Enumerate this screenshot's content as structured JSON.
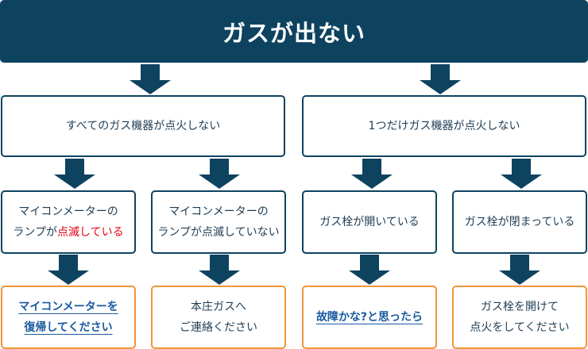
{
  "title": "ガスが出ない",
  "level1": {
    "left": "すべてのガス機器が点火しない",
    "right": "1つだけガス機器が点火しない"
  },
  "level2": {
    "box1": {
      "line1": "マイコンメーターの",
      "line2_prefix": "ランプが",
      "line2_highlight": "点滅している"
    },
    "box2": {
      "line1": "マイコンメーターの",
      "line2": "ランプが点滅していない"
    },
    "box3": "ガス栓が開いている",
    "box4": "ガス栓が閉まっている"
  },
  "level3": {
    "box1": {
      "line1": "マイコンメーターを",
      "line2": "復帰してください"
    },
    "box2": {
      "line1": "本庄ガスへ",
      "line2": "ご連絡ください"
    },
    "box3": "故障かな?と思ったら",
    "box4": {
      "line1": "ガス栓を開けて",
      "line2": "点火をしてください"
    }
  },
  "colors": {
    "navy": "#0e4360",
    "orange_border": "#f0953a",
    "highlight_red": "#e60012",
    "link_blue": "#1a5aa0"
  }
}
